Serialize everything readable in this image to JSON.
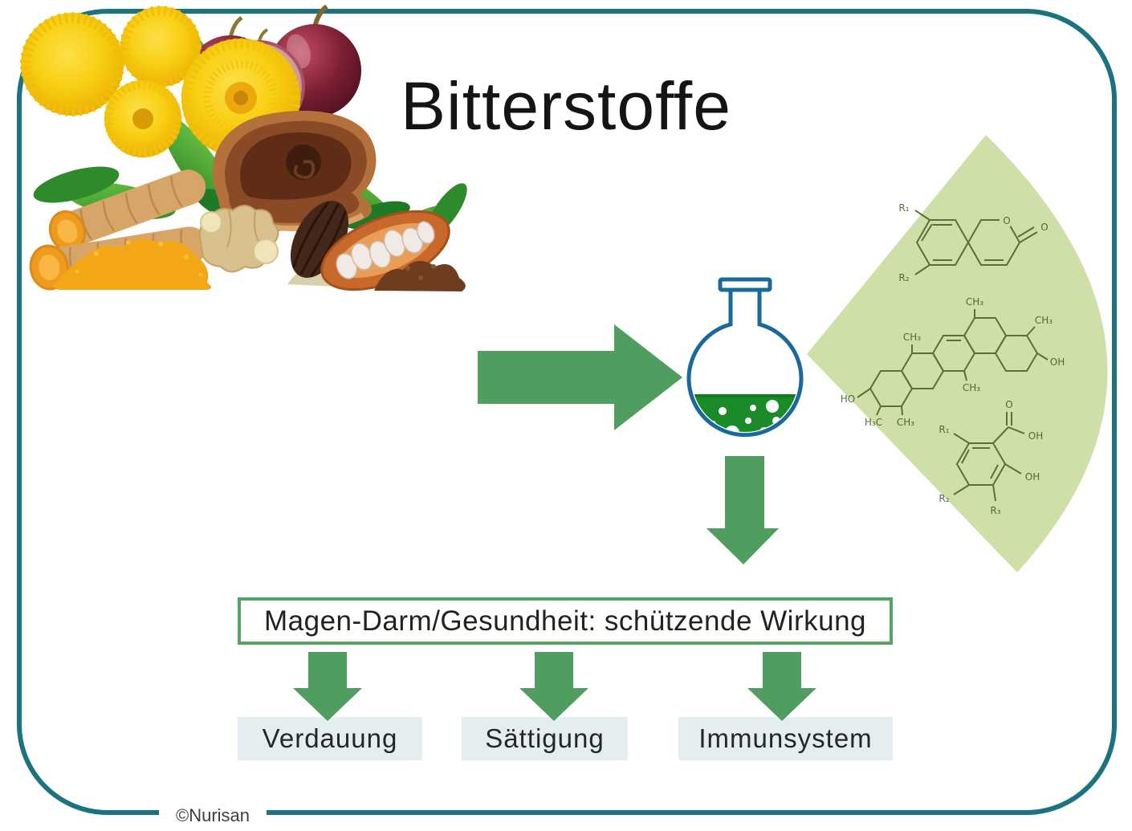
{
  "title": "Bitterstoffe",
  "copyright": "©Nurisan",
  "result_box": {
    "text": "Magen-Darm/Gesundheit: schützende Wirkung"
  },
  "outcomes": [
    {
      "label": "Verdauung"
    },
    {
      "label": "Sättigung"
    },
    {
      "label": "Immunsystem"
    }
  ],
  "molecules": {
    "coumarin": {
      "labels": [
        "R₁",
        "R₂",
        "O",
        "O"
      ]
    },
    "triterpene": {
      "labels": [
        "HO",
        "H₃C",
        "CH₃",
        "CH₃",
        "CH₃",
        "CH₃",
        "OH",
        "CH₃"
      ]
    },
    "salicylic": {
      "labels": [
        "O",
        "OH",
        "OH",
        "R₁",
        "R₂",
        "R₃"
      ]
    }
  },
  "illustrations": {
    "flask": "round-bottom-flask-with-green-liquid",
    "beam": "light-green-cone-with-molecule-structures",
    "ingredients": [
      "dandelion-flowers",
      "dandelion-leaves",
      "red-grapes",
      "cut-grape-with-seeds",
      "reishi-mushroom",
      "turmeric-roots",
      "turmeric-powder",
      "ginger-root",
      "cacao-pod",
      "cocoa-powder",
      "white-powder"
    ]
  },
  "colors": {
    "frame_teal": "#1b737f",
    "arrow_green": "#4f9e60",
    "box_border_green": "#56a565",
    "cone_green": "#cedfa7",
    "flask_outline_blue": "#19699a",
    "liquid_green": "#1b8a28",
    "outcome_bg": "#e4edf0",
    "molecule_stroke": "#4a5c22",
    "title_color": "#141414"
  }
}
